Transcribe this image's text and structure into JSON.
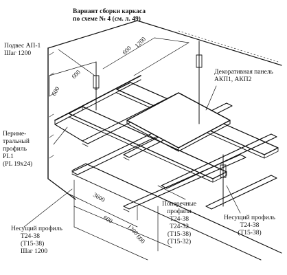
{
  "title": {
    "line1": "Вариант сборки каркаса",
    "line2": "по схеме № 4 (см. л. 49)"
  },
  "labels": {
    "suspension": [
      "Подвес АП-1",
      "Шаг 1200"
    ],
    "decor_panel": [
      "Декоративная панель",
      "АКП1, АКП2"
    ],
    "perimeter": [
      "Периме-",
      "тральный",
      "профиль",
      "PL1",
      "(PL 19x24)"
    ],
    "cross_profiles": [
      "Поперечные",
      "профили",
      "Т24-38",
      "Т24-32",
      "(Т15-38)",
      "(Т15-32)"
    ],
    "bearing_right": [
      "Несущий профиль",
      "Т24-38",
      "(Т15-38)"
    ],
    "bearing_left": [
      "Несущий профиль",
      "Т24-38",
      "(Т15-38)",
      "Шаг 1200"
    ]
  },
  "dimensions": {
    "d600_wall_a": "600",
    "d600_wall_b": "600",
    "d600_top": "600",
    "d1200_top": "1200",
    "d3600": "3600",
    "d600_bottom": "600",
    "d1200_bottom": "1200",
    "d600_bottom2": "600"
  }
}
